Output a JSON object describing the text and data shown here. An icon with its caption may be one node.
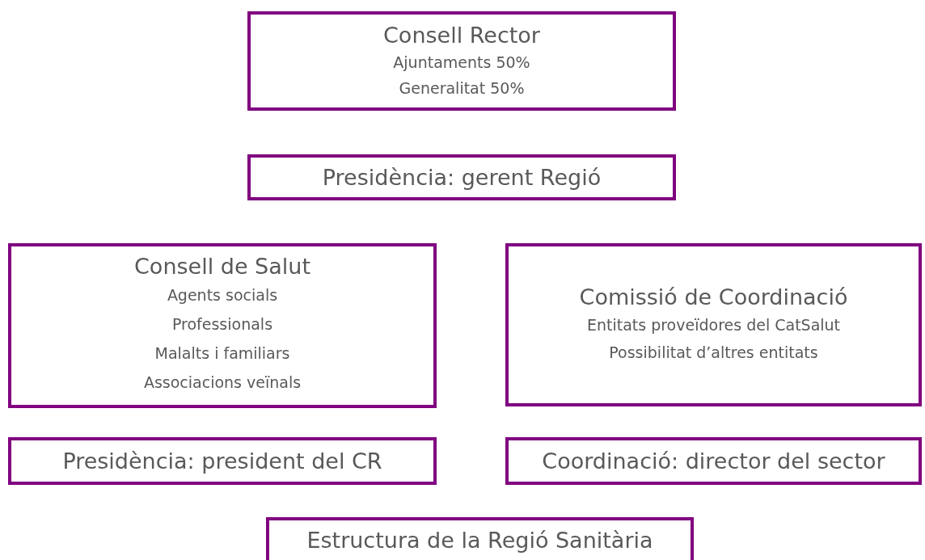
{
  "diagram": {
    "nodes": [
      {
        "text": [
          "Consell Rector",
          "Ajuntaments 50%",
          "Generalitat 50%"
        ]
      },
      {
        "text": [
          "Presidència: gerent Regió"
        ]
      },
      {
        "text": [
          "Consell de Salut",
          "Agents socials",
          "Professionals",
          "Malalts i familiars",
          "Associacions veïnals"
        ]
      },
      {
        "text": [
          "Comissió de Coordinació",
          "Entitats proveïdores del CatSalut",
          "Possibilitat d’altres entitats"
        ]
      },
      {
        "text": [
          "Presidència: president del CR"
        ]
      },
      {
        "text": [
          "Coordinació: director del sector"
        ]
      },
      {
        "text": [
          "Estructura de la Regió Sanitària"
        ]
      }
    ]
  }
}
